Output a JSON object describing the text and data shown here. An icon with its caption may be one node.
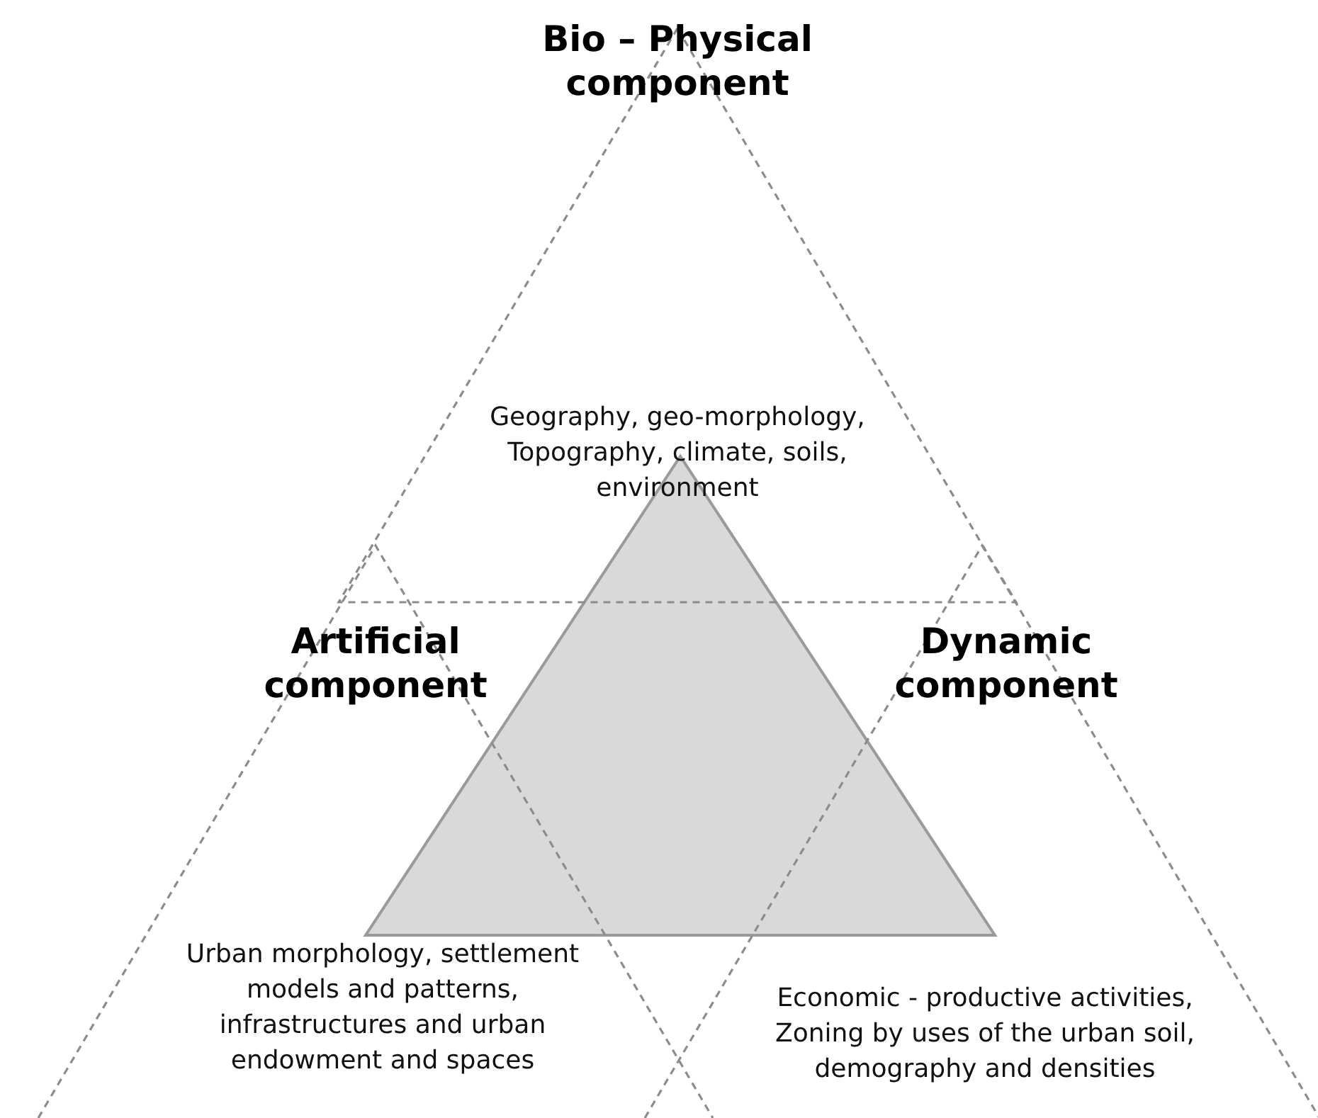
{
  "diagram": {
    "nodes": [
      {
        "text": [
          "Bio – Physical component",
          "Geography, geo-morphology, Topography, climate, soils, environment"
        ]
      },
      {
        "text": [
          "Artificial component",
          "Urban morphology, settlement models and patterns, infrastructures and urban endowment and spaces"
        ]
      },
      {
        "text": [
          "Dynamic component",
          "Economic - productive activities, Zoning by uses of the urban soil, demography and densities"
        ]
      },
      {
        "text": [],
        "shape": "triangle"
      }
    ]
  }
}
